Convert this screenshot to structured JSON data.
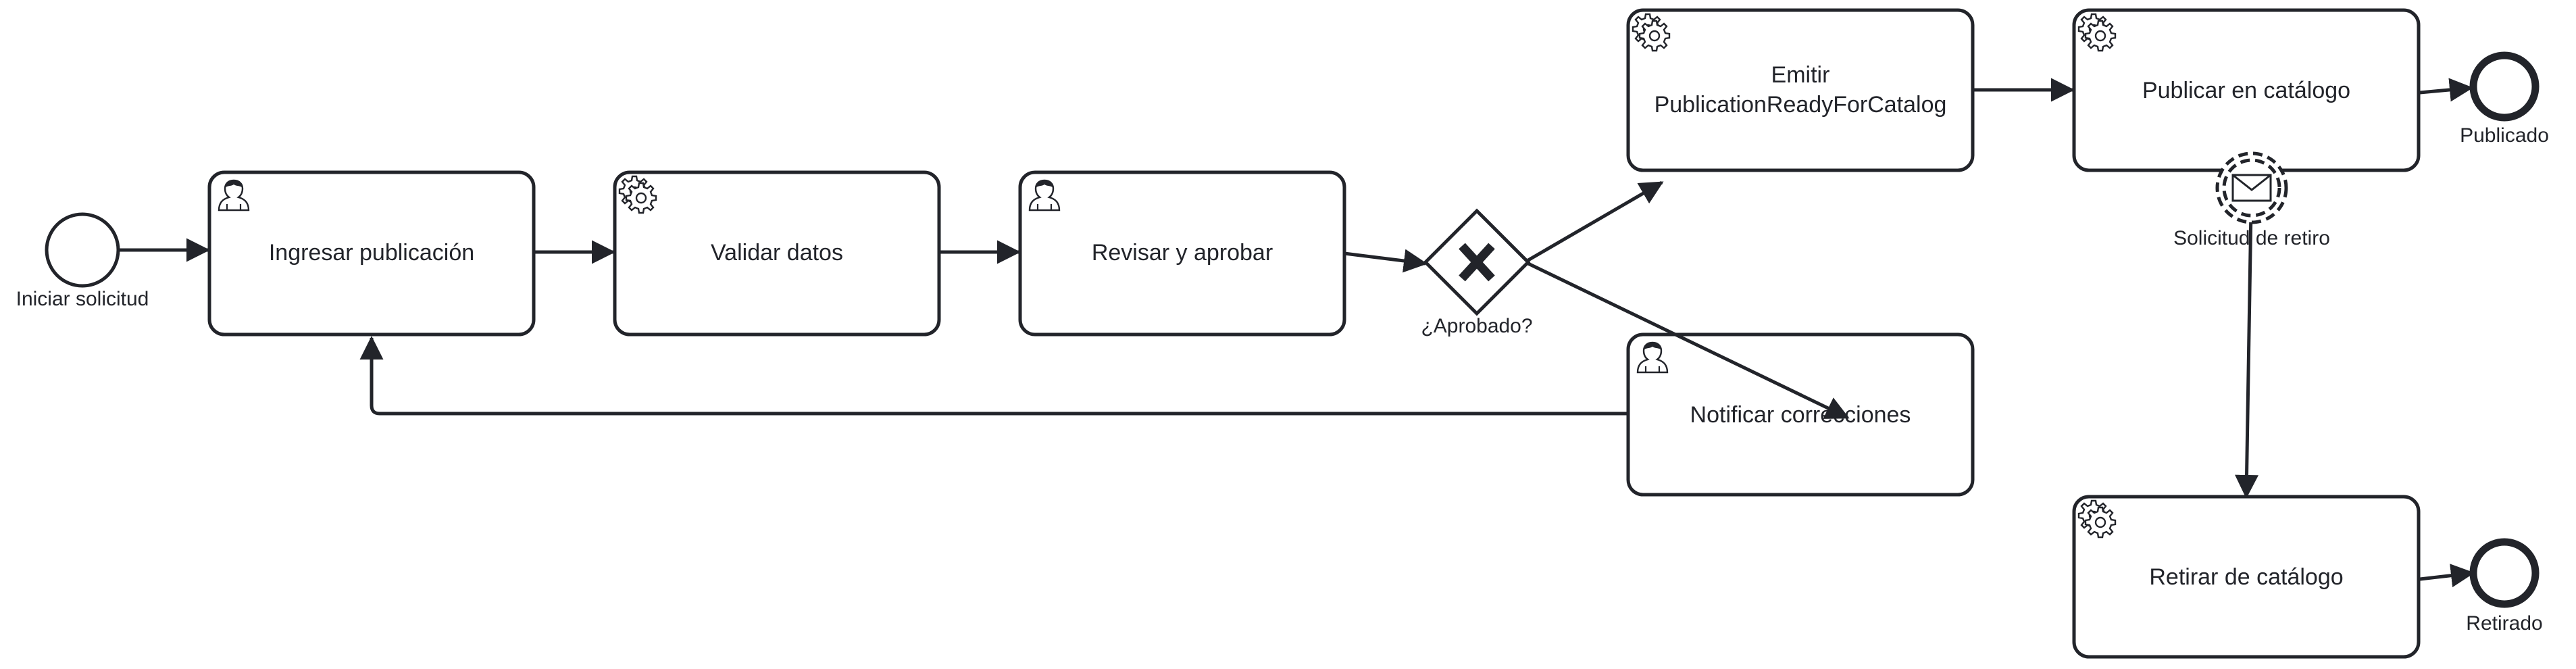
{
  "diagram": {
    "events": {
      "start": {
        "label": "Iniciar solicitud"
      },
      "end_published": {
        "label": "Publicado"
      },
      "end_withdrawn": {
        "label": "Retirado"
      },
      "boundary_message": {
        "label": "Solicitud de retiro"
      }
    },
    "gateway": {
      "label": "¿Aprobado?"
    },
    "tasks": {
      "ingresar": {
        "label": "Ingresar publicación",
        "type": "user"
      },
      "validar": {
        "label": "Validar datos",
        "type": "service"
      },
      "revisar": {
        "label": "Revisar y aprobar",
        "type": "user"
      },
      "emitir": {
        "line1": "Emitir",
        "line2": "PublicationReadyForCatalog",
        "type": "service"
      },
      "publicar": {
        "label": "Publicar en catálogo",
        "type": "service"
      },
      "notificar": {
        "label": "Notificar correcciones",
        "type": "user"
      },
      "retirar": {
        "label": "Retirar de catálogo",
        "type": "service"
      }
    },
    "colors": {
      "stroke": "#22242a",
      "fill": "#ffffff"
    }
  }
}
